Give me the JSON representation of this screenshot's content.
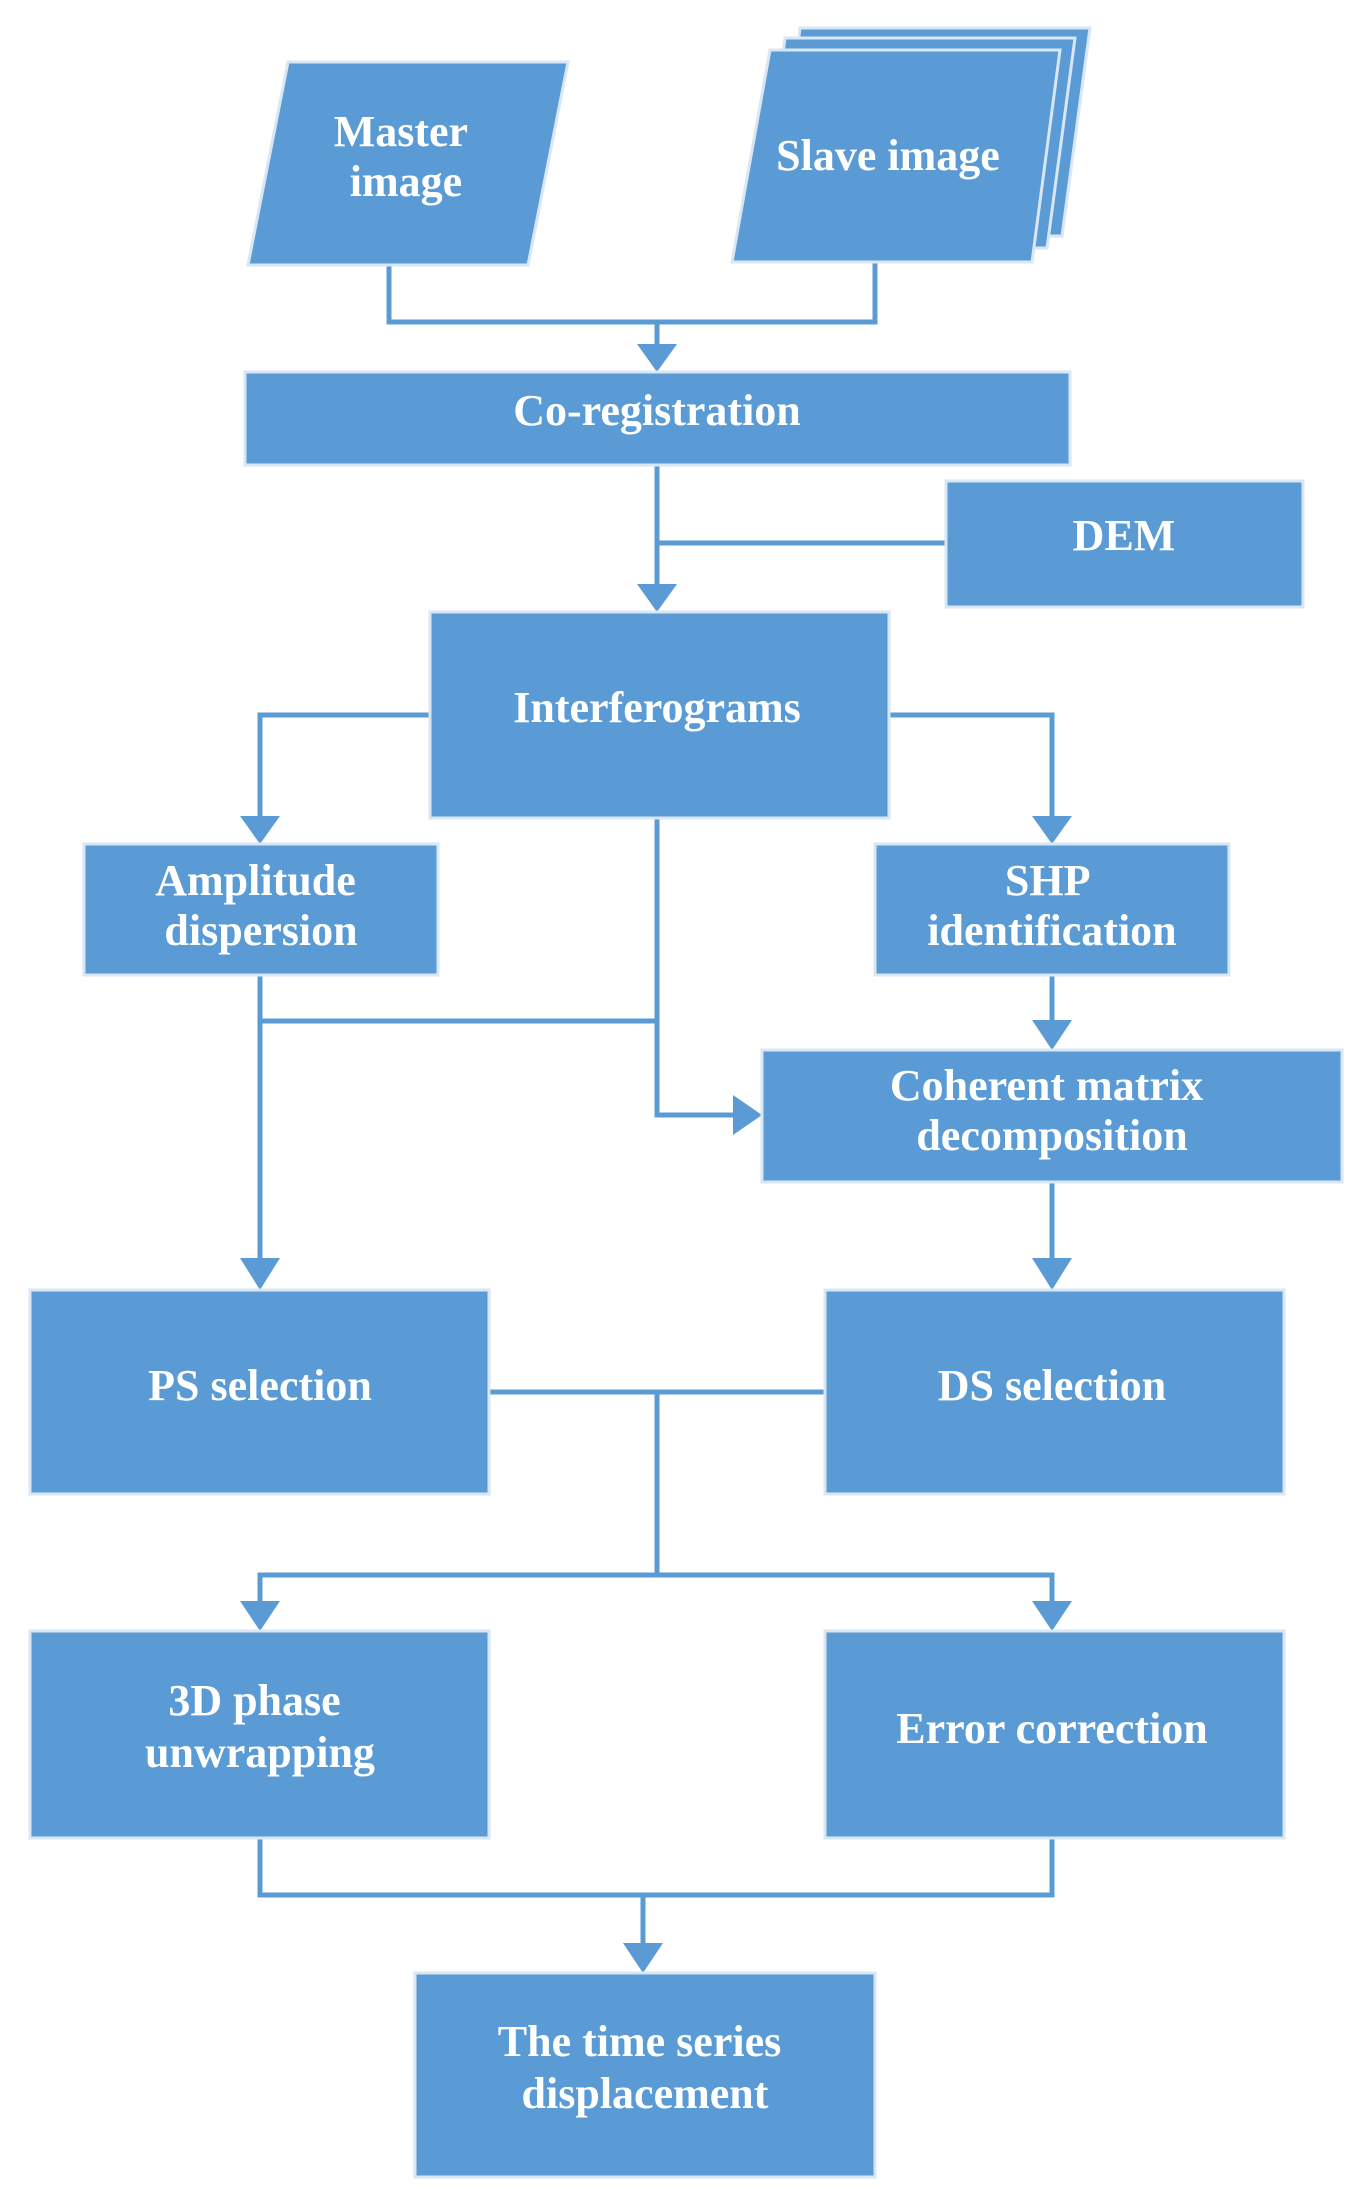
{
  "colors": {
    "node_fill": "#5b9bd5",
    "node_border": "#d9e6f3",
    "connector": "#5b9bd5",
    "text": "#ffffff"
  },
  "nodes": {
    "master_image": [
      "Master",
      "image"
    ],
    "slave_image": [
      "Slave image"
    ],
    "coregistration": [
      "Co-registration"
    ],
    "dem": [
      "DEM"
    ],
    "interferograms": [
      "Interferograms"
    ],
    "amplitude_dispersion": [
      "Amplitude",
      "dispersion"
    ],
    "shp_identification": [
      "SHP",
      "identification"
    ],
    "coherent_matrix": [
      "Coherent matrix",
      "decomposition"
    ],
    "ps_selection": [
      "PS selection"
    ],
    "ds_selection": [
      "DS selection"
    ],
    "phase_unwrapping": [
      "3D phase",
      "unwrapping"
    ],
    "error_correction": [
      "Error correction"
    ],
    "displacement": [
      "The time series",
      "displacement"
    ]
  }
}
